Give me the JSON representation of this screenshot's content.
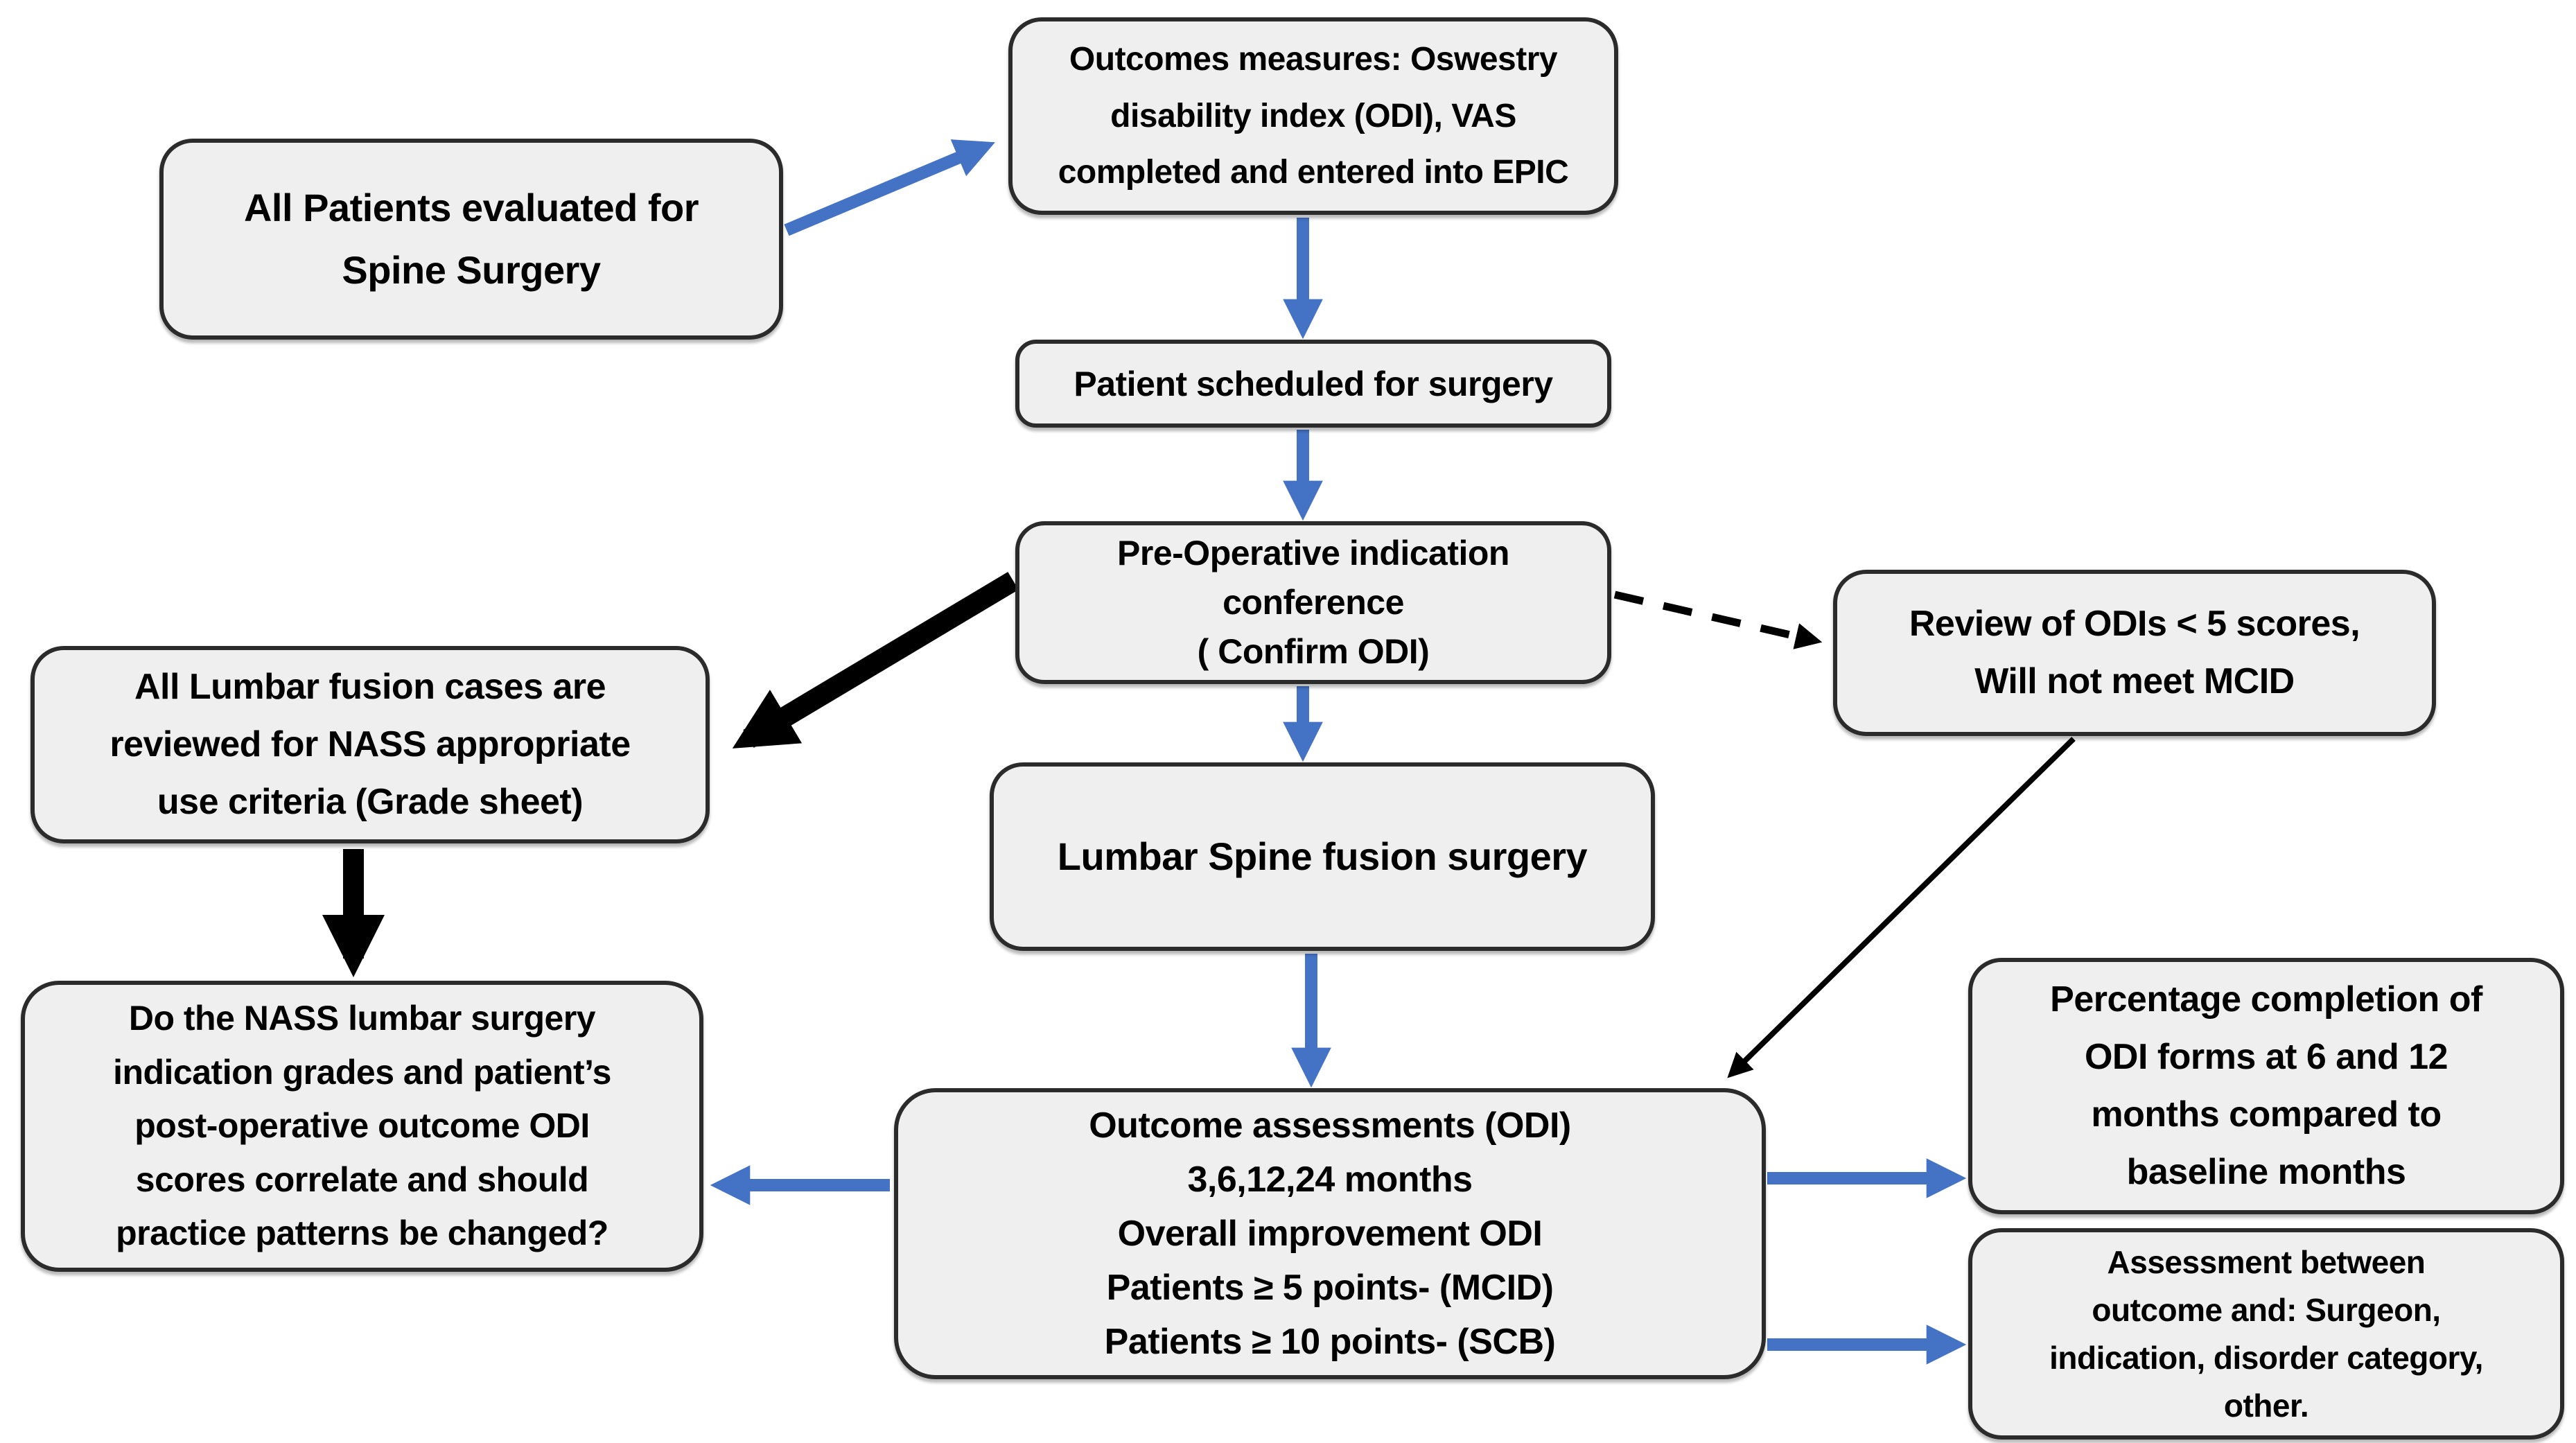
{
  "colors": {
    "background": "#ffffff",
    "box_fill": "#efefef",
    "box_border": "#2b2b2b",
    "text_color": "#000000",
    "arrow_blue": "#4472C4",
    "arrow_black": "#000000"
  },
  "nodes": {
    "all_patients": "All Patients evaluated for\nSpine Surgery",
    "outcomes_measures": "Outcomes measures: Oswestry\ndisability index (ODI), VAS\ncompleted and entered into EPIC",
    "patient_scheduled": "Patient scheduled for surgery",
    "preop_conference": "Pre-Operative indication\nconference\n( Confirm ODI)",
    "review_odis": "Review of ODIs < 5 scores,\nWill not meet MCID",
    "lumbar_fusion_cases": "All Lumbar fusion cases are\nreviewed for NASS appropriate\nuse criteria (Grade sheet)",
    "fusion_surgery": "Lumbar Spine fusion surgery",
    "nass_question": "Do the NASS lumbar surgery\nindication grades and patient’s\npost-operative outcome ODI\nscores correlate and should\npractice patterns be changed?",
    "outcome_assessments": "Outcome assessments (ODI)\n3,6,12,24 months\nOverall improvement ODI\nPatients ≥ 5 points- (MCID)\nPatients ≥ 10 points- (SCB)",
    "percentage_completion": "Percentage completion of\nODI forms at 6 and 12\nmonths compared to\nbaseline months",
    "assessment_between": "Assessment between\noutcome and: Surgeon,\nindication, disorder category,\nother."
  },
  "edges": [
    {
      "from": "all_patients",
      "to": "outcomes_measures",
      "style": "blue-solid"
    },
    {
      "from": "outcomes_measures",
      "to": "patient_scheduled",
      "style": "blue-solid"
    },
    {
      "from": "patient_scheduled",
      "to": "preop_conference",
      "style": "blue-solid"
    },
    {
      "from": "preop_conference",
      "to": "lumbar_fusion_cases",
      "style": "black-thick"
    },
    {
      "from": "preop_conference",
      "to": "review_odis",
      "style": "black-dashed"
    },
    {
      "from": "preop_conference",
      "to": "fusion_surgery",
      "style": "blue-solid"
    },
    {
      "from": "lumbar_fusion_cases",
      "to": "nass_question",
      "style": "black-thick"
    },
    {
      "from": "fusion_surgery",
      "to": "outcome_assessments",
      "style": "blue-solid"
    },
    {
      "from": "review_odis",
      "to": "outcome_assessments",
      "style": "black-thin"
    },
    {
      "from": "outcome_assessments",
      "to": "nass_question",
      "style": "blue-solid"
    },
    {
      "from": "outcome_assessments",
      "to": "percentage_completion",
      "style": "blue-solid"
    },
    {
      "from": "outcome_assessments",
      "to": "assessment_between",
      "style": "blue-solid"
    }
  ]
}
